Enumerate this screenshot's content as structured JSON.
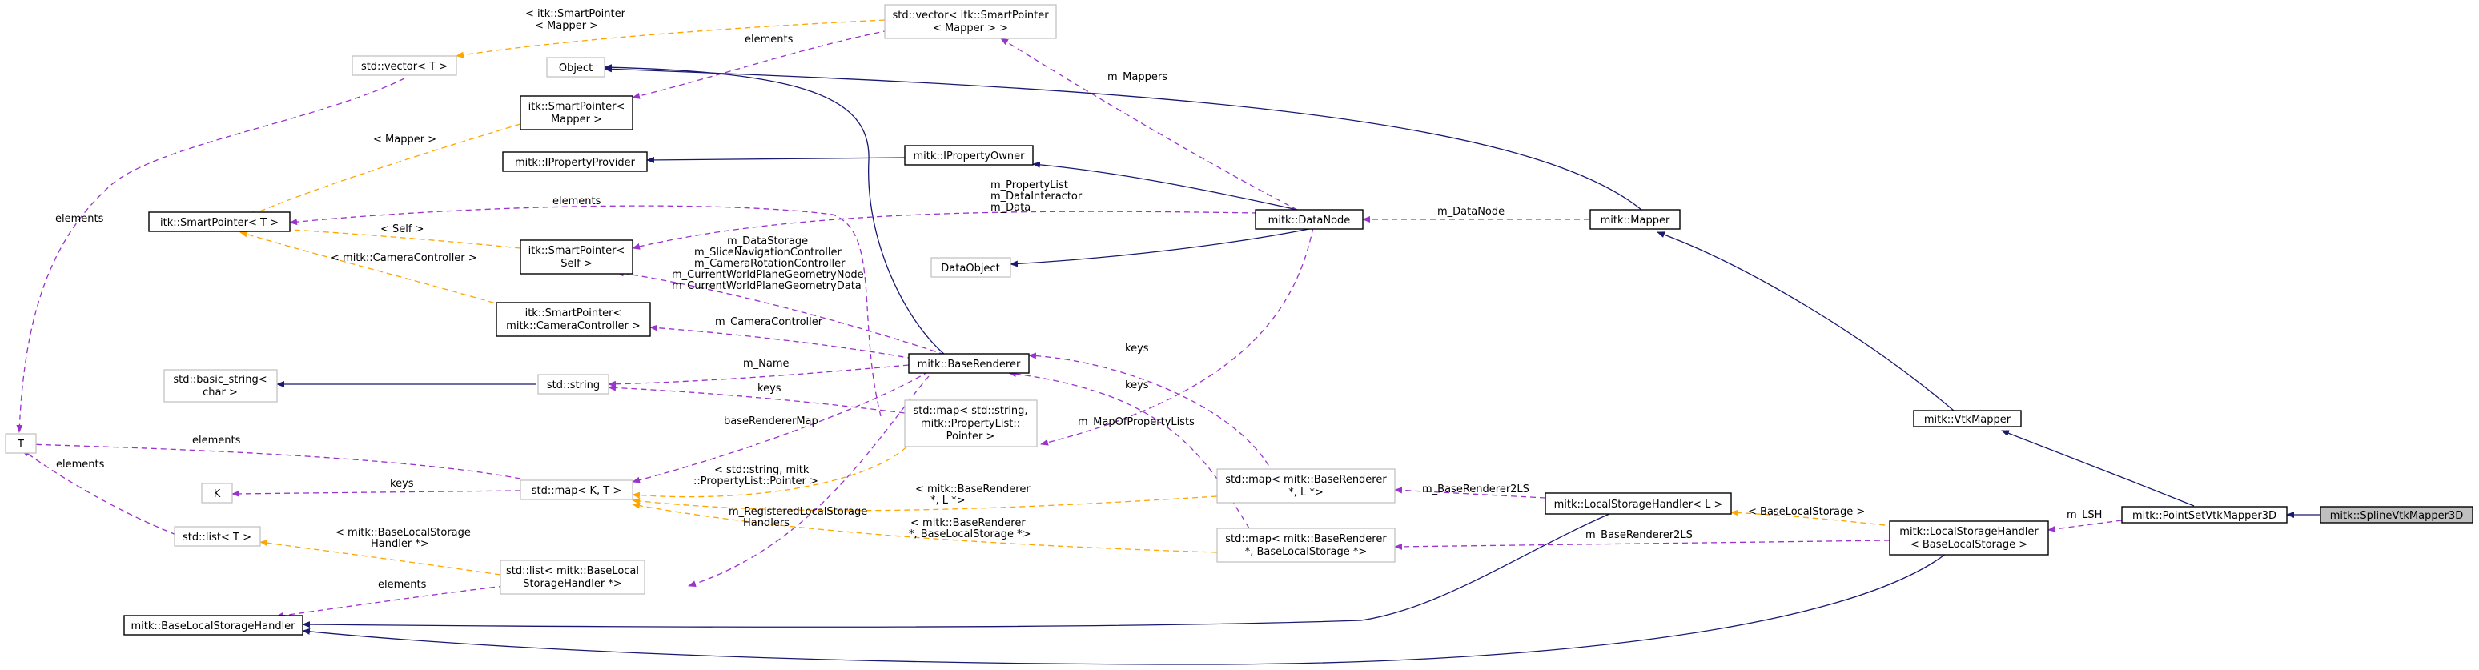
{
  "nodes": {
    "spline": "mitk::SplineVtkMapper3D",
    "pointset": "mitk::PointSetVtkMapper3D",
    "vtkmapper": "mitk::VtkMapper",
    "mapper": "mitk::Mapper",
    "object": "Object",
    "datanode": "mitk::DataNode",
    "propertyowner": "mitk::IPropertyOwner",
    "propertyprovider": "mitk::IPropertyProvider",
    "dataobject": "DataObject",
    "baserenderer": "mitk::BaseRenderer",
    "baselsh": "mitk::BaseLocalStorageHandler",
    "lsh_l_1": "mitk::LocalStorageHandler< L >",
    "lsh_b_1": "mitk::LocalStorageHandler",
    "lsh_b_2": "< BaseLocalStorage >",
    "map_l_1": "std::map< mitk::BaseRenderer",
    "map_l_2": "*, L *>",
    "map_b_1": "std::map< mitk::BaseRenderer",
    "map_b_2": "*, BaseLocalStorage *>",
    "map_prop_1": "std::map< std::string,",
    "map_prop_2": "mitk::PropertyList::",
    "map_prop_3": "Pointer >",
    "mapkt": "std::map< K, T >",
    "k": "K",
    "t": "T",
    "stdlist": "std::list< T >",
    "stdlist_lsh_1": "std::list< mitk::BaseLocal",
    "stdlist_lsh_2": "StorageHandler *>",
    "stdstring": "std::string",
    "basicstring_1": "std::basic_string<",
    "basicstring_2": "char >",
    "sp_camera_1": "itk::SmartPointer<",
    "sp_camera_2": "mitk::CameraController >",
    "sp_self_1": "itk::SmartPointer<",
    "sp_self_2": "Self >",
    "sp_t": "itk::SmartPointer< T >",
    "sp_mapper_1": "itk::SmartPointer<",
    "sp_mapper_2": "Mapper >",
    "vector_t": "std::vector< T >",
    "vector_sp_1": "std::vector< itk::SmartPointer",
    "vector_sp_2": "< Mapper > >"
  },
  "edge_labels": {
    "m_lsh": "m_LSH",
    "m_datanode": "m_DataNode",
    "m_mappers": "m_Mappers",
    "elements_vec": "elements",
    "vec_tpl_1": "< itk::SmartPointer",
    "vec_tpl_2": "< Mapper >",
    "mapper_tpl": "< Mapper >",
    "elements_t": "elements",
    "elements_sp": "elements",
    "self_tpl": "< Self >",
    "camera_tpl": "< mitk::CameraController >",
    "dn_1": "m_PropertyList",
    "dn_2": "m_DataInteractor",
    "dn_3": "m_Data",
    "br_1": "m_DataStorage",
    "br_2": "m_SliceNavigationController",
    "br_3": "m_CameraRotationController",
    "br_4": "m_CurrentWorldPlaneGeometryNode",
    "br_5": "m_CurrentWorldPlaneGeometryData",
    "m_cameracontroller": "m_CameraController",
    "m_name": "m_Name",
    "keys_string": "keys",
    "baserenderermap": "baseRendererMap",
    "m_mapofpropertylists": "m_MapOfPropertyLists",
    "keys_br_1": "keys",
    "keys_br_2": "keys",
    "elements_map_t": "elements",
    "keys_k": "keys",
    "elements_list_t": "elements",
    "prop_tpl_1": "< std::string, mitk",
    "prop_tpl_2": "::PropertyList::Pointer >",
    "l_tpl_1": "< mitk::BaseRenderer",
    "l_tpl_2": "*, L *>",
    "m_registered_1": "m_RegisteredLocalStorage",
    "m_registered_2": "Handlers",
    "b_tpl_1": "< mitk::BaseRenderer",
    "b_tpl_2": "*, BaseLocalStorage *>",
    "list_tpl_1": "< mitk::BaseLocalStorage",
    "list_tpl_2": "Handler *>",
    "elements_list_lsh": "elements",
    "m_baserenderer2ls_l": "m_BaseRenderer2LS",
    "baselocalstorage_tpl": "< BaseLocalStorage >",
    "m_baserenderer2ls_b": "m_BaseRenderer2LS"
  },
  "colors": {
    "inheritance": "#191970",
    "usage": "#9a32cd",
    "template": "#ffa500",
    "focus_fill": "#bfbfbf",
    "light_border": "#bfbfbf"
  }
}
